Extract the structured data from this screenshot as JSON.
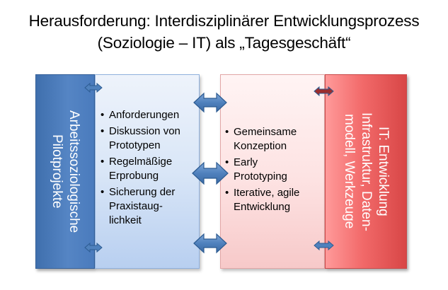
{
  "title": {
    "line1": "Herausforderung: Interdisziplinärer Entwicklungsprozess",
    "line2": "(Soziologie – IT) als „Tagesgeschäft“"
  },
  "left_dark": {
    "line1": "Arbeitssoziologische",
    "line2": "Pilotprojekte"
  },
  "left_light": {
    "bullets": [
      [
        "Anforderungen"
      ],
      [
        "Diskussion von",
        "Prototypen"
      ],
      [
        "Regelmäßige",
        "Erprobung"
      ],
      [
        "Sicherung der",
        "Praxistaug-",
        "lichkeit"
      ]
    ]
  },
  "right_light": {
    "bullets": [
      [
        "Gemeinsame",
        "Konzeption"
      ],
      [
        "Early",
        "Prototyping"
      ],
      [
        "Iterative, agile",
        "Entwicklung"
      ]
    ]
  },
  "right_dark": {
    "line1": "IT: Entwicklung",
    "line2": "Infrastruktur, Daten-",
    "line3": "modell, Werkzeuge"
  },
  "colors": {
    "blue_dark": "#4a7bbd",
    "blue_light": "#d9e6f7",
    "red_dark": "#f26a6a",
    "red_light": "#fde2e2",
    "arrow_fill": "#4f81bd",
    "arrow_stroke": "#2c5b91",
    "connector_red": "#9b2d2d"
  }
}
